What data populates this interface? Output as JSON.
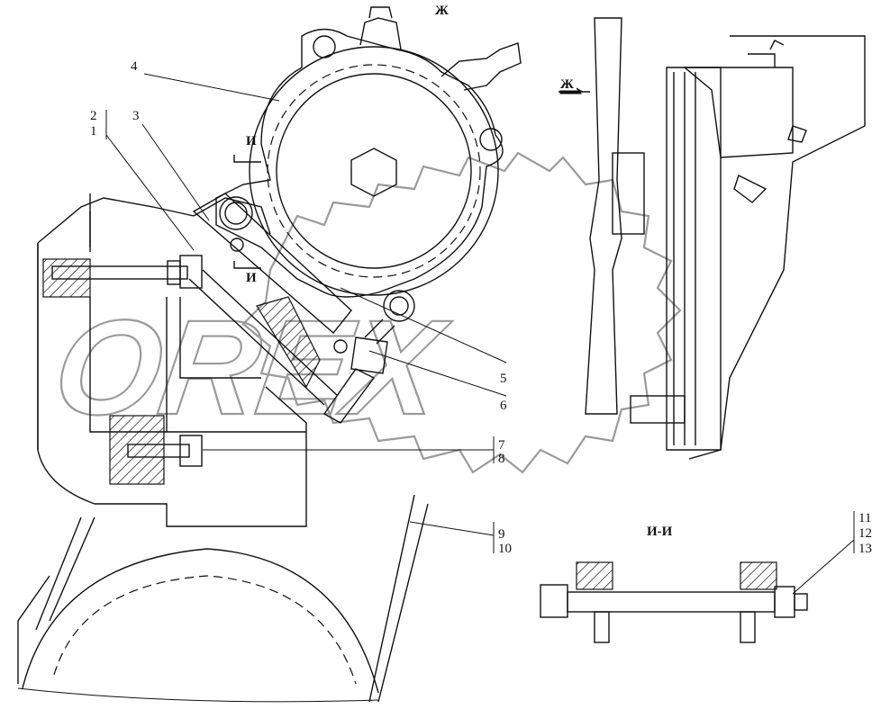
{
  "view_labels": {
    "view_zh": "Ж",
    "arrow_zh": "Ж",
    "section_i_top": "И",
    "section_i_bottom": "И",
    "section_title": "И-И"
  },
  "callouts": {
    "c1": "1",
    "c2": "2",
    "c3": "3",
    "c4": "4",
    "c5": "5",
    "c6": "6",
    "c7": "7",
    "c8": "8",
    "c9": "9",
    "c10": "10",
    "c11": "11",
    "c12": "12",
    "c13": "13"
  },
  "watermark": {
    "text": "OREX"
  },
  "colors": {
    "ink": "#111111",
    "watermark": "#9a9a9a",
    "paper": "#ffffff"
  }
}
